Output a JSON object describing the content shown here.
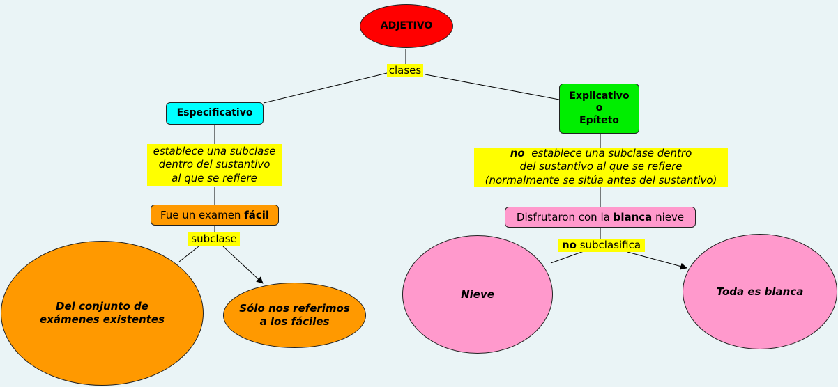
{
  "colors": {
    "background": "#eaf4f6",
    "adjetivo": "#ff0000",
    "especificativo": "#00ffff",
    "explicativo": "#00ee00",
    "orange": "#ff9900",
    "pink": "#ff99cc",
    "label": "#ffff00"
  },
  "nodes": {
    "adjetivo": "ADJETIVO",
    "especificativo": "Especificativo",
    "explicativo": {
      "l1": "Explicativo",
      "l2": "o",
      "l3": "Epíteto"
    },
    "facil_example": {
      "pre": "Fue un examen ",
      "bold": "fácil"
    },
    "blanca_example": {
      "pre": "Disfrutaron con la ",
      "bold": "blanca",
      "post": " nieve"
    },
    "conjunto": {
      "l1": "Del conjunto de",
      "l2": "exámenes existentes"
    },
    "faciles": {
      "l1": "Sólo nos referimos",
      "l2": "a los fáciles"
    },
    "nieve": "Nieve",
    "toda_blanca": "Toda es blanca"
  },
  "labels": {
    "clases": "clases",
    "subclase_def": {
      "l1": "establece una subclase",
      "l2": "dentro del sustantivo",
      "l3": "al que se refiere"
    },
    "no_subclase_def": {
      "no": "no",
      "l1rest": "  establece una subclase dentro",
      "l2": "del sustantivo al que se refiere",
      "l3": "(normalmente se sitúa antes del sustantivo)"
    },
    "subclase": "subclase",
    "no_subclasifica": {
      "no": "no",
      "rest": " subclasifica"
    }
  }
}
